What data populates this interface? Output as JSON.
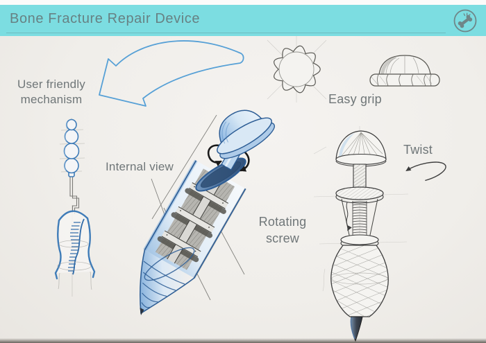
{
  "header": {
    "title": "Bone Fracture Repair Device",
    "icon": "bone-fracture-icon",
    "band_color": "#7cdde1",
    "title_color": "#678183"
  },
  "annotations": {
    "user_friendly": "User friendly\nmechanism",
    "internal_view": "Internal view",
    "easy_grip": "Easy grip",
    "rotating_screw": "Rotating\nscrew",
    "twist": "Twist"
  },
  "sketch": {
    "ink_blue": "#3f7cb8",
    "pencil_gray": "#4a4a4a",
    "paper_color": "#f0eeea",
    "label_color": "#6f7678",
    "figures": [
      "crank-handle-device-sketch",
      "main-screw-device-cutaway-sketch",
      "twist-device-side-sketch",
      "grip-knob-top-view-sketch",
      "grip-cap-side-view-sketch"
    ]
  }
}
